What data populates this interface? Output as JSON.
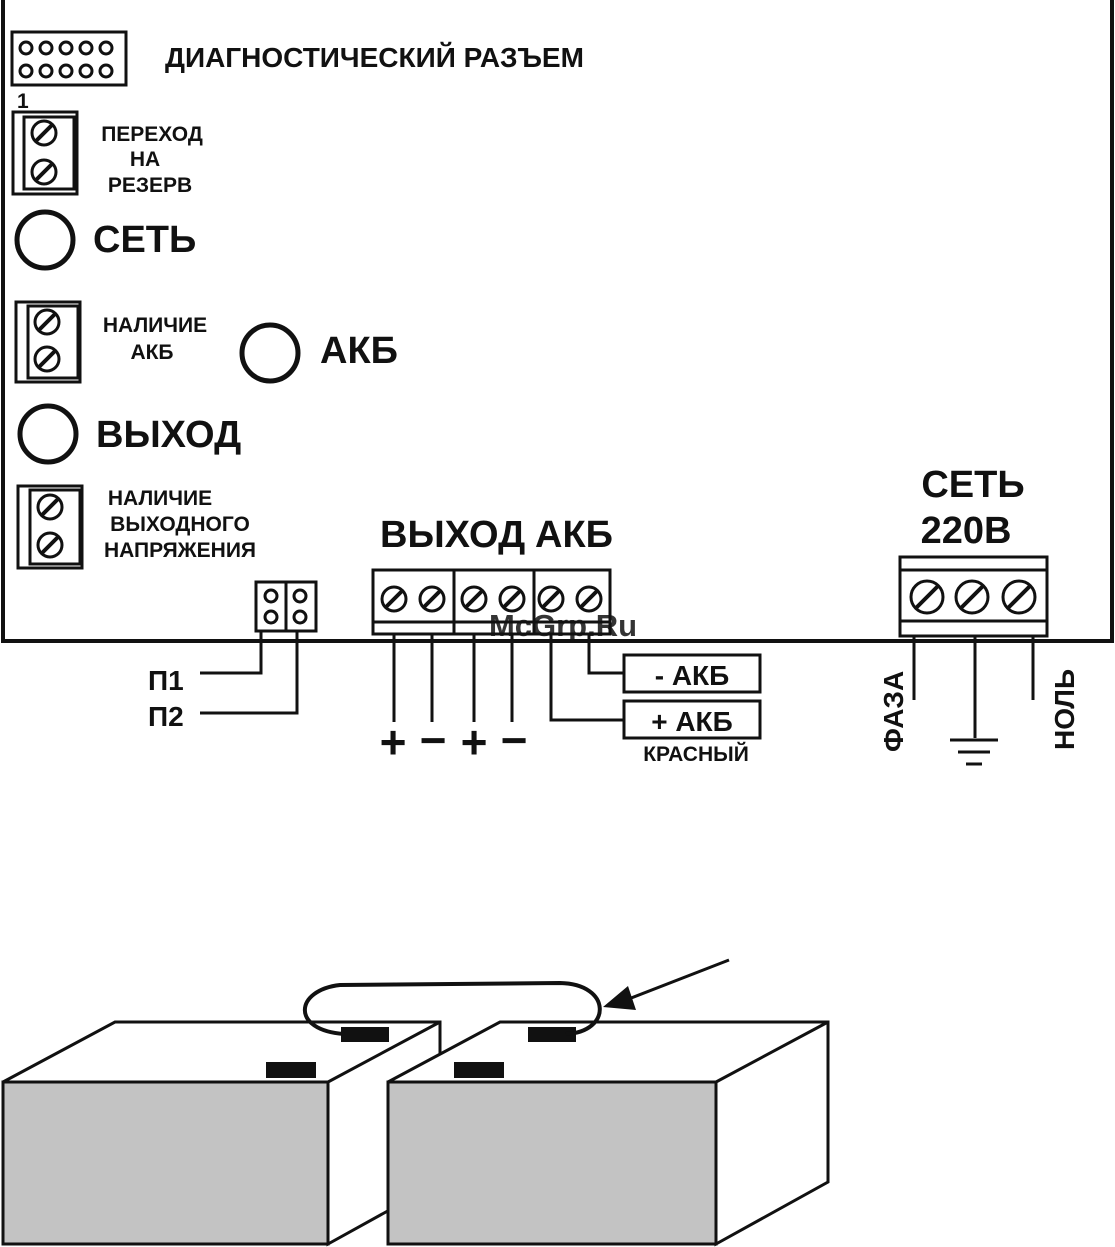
{
  "board": {
    "diag_connector": "ДИАГНОСТИЧЕСКИЙ РАЗЪЕМ",
    "pin_one": "1",
    "reserve": [
      "ПЕРЕХОД",
      "НА",
      "РЕЗЕРВ"
    ],
    "led_net": "СЕТЬ",
    "battery_present": [
      "НАЛИЧИЕ",
      "АКБ"
    ],
    "led_battery": "АКБ",
    "led_output": "ВЫХОД",
    "output_voltage": [
      "НАЛИЧИЕ",
      "ВЫХОДНОГО",
      "НАПРЯЖЕНИЯ"
    ],
    "terminal_output": "ВЫХОД",
    "terminal_battery": "АКБ",
    "mains": [
      "СЕТЬ",
      "220В"
    ]
  },
  "wiring": {
    "p1": "П1",
    "p2": "П2",
    "polarity": [
      "+",
      "−",
      "+",
      "−"
    ],
    "battery_minus": "- АКБ",
    "battery_plus": "+ АКБ",
    "red": "КРАСНЫЙ",
    "phase": "ФАЗА",
    "neutral": "НОЛЬ"
  },
  "watermark": "McGrp.Ru"
}
